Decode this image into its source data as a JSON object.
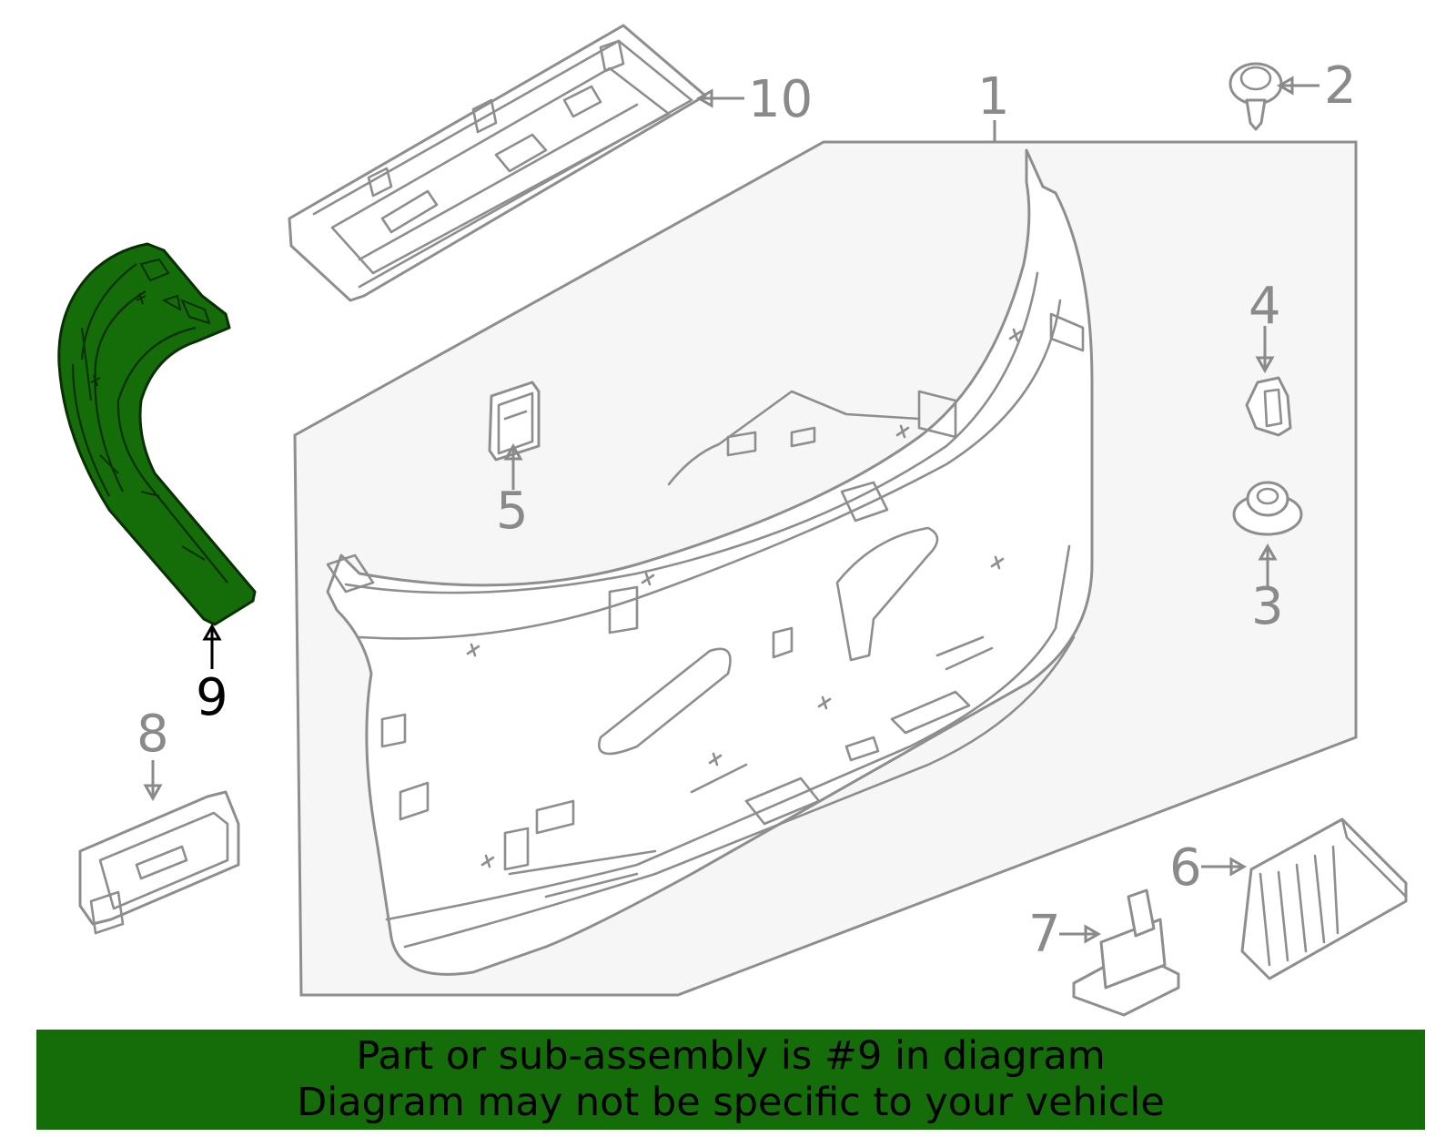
{
  "diagram": {
    "highlight_color": "#156d0a",
    "callouts": [
      {
        "id": "1",
        "label": "1",
        "highlighted": false
      },
      {
        "id": "2",
        "label": "2",
        "highlighted": false
      },
      {
        "id": "3",
        "label": "3",
        "highlighted": false
      },
      {
        "id": "4",
        "label": "4",
        "highlighted": false
      },
      {
        "id": "5",
        "label": "5",
        "highlighted": false
      },
      {
        "id": "6",
        "label": "6",
        "highlighted": false
      },
      {
        "id": "7",
        "label": "7",
        "highlighted": false
      },
      {
        "id": "8",
        "label": "8",
        "highlighted": false
      },
      {
        "id": "9",
        "label": "9",
        "highlighted": true
      },
      {
        "id": "10",
        "label": "10",
        "highlighted": false
      }
    ]
  },
  "banner": {
    "line1": "Part or sub-assembly is #9 in diagram",
    "line2": "Diagram may not be specific to your vehicle",
    "background": "#156d0a"
  }
}
